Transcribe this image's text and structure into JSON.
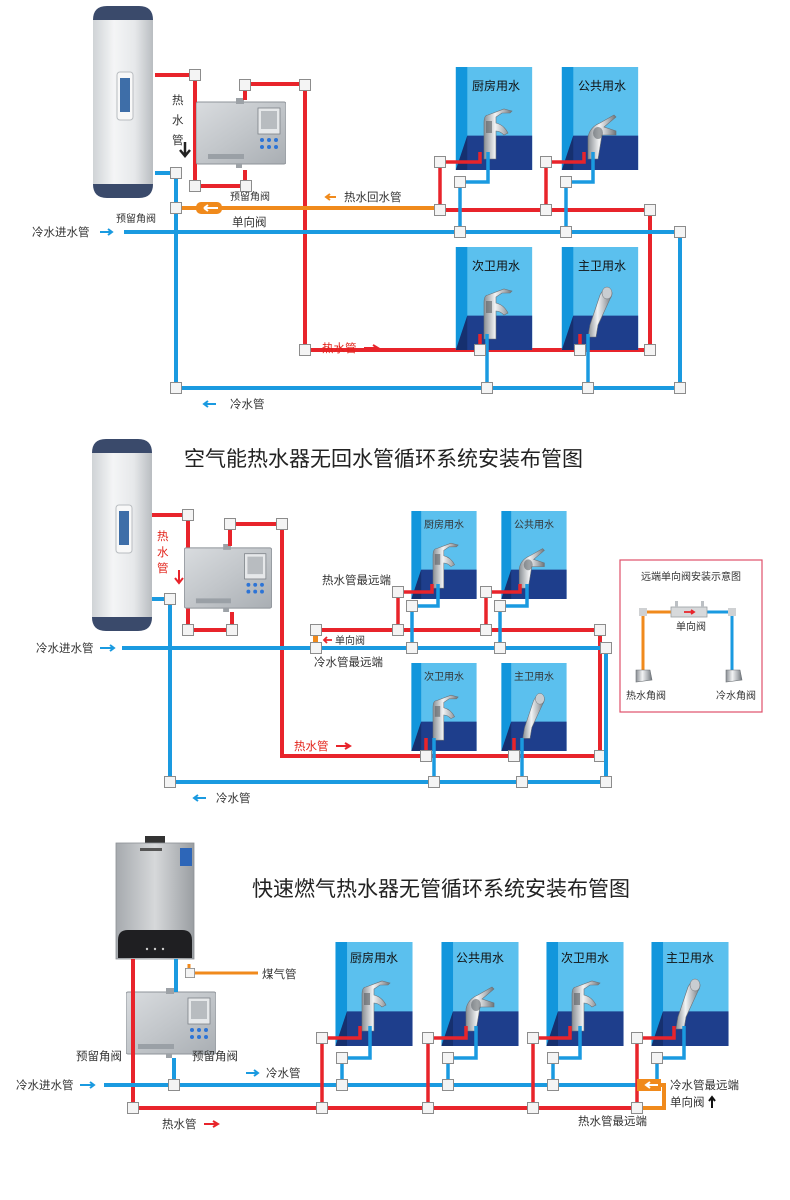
{
  "colors": {
    "hot": "#e8242b",
    "cold": "#1a9ae0",
    "return": "#f08a1c",
    "room_light": "#5bc0ee",
    "room_edge": "#1296dc",
    "room_floor": "#1e3e8c",
    "frame_border": "#e0506a"
  },
  "section1": {
    "title": "",
    "tank_label": "",
    "labels": {
      "hot_pipe_vertical": [
        "热",
        "水",
        "管"
      ],
      "reserved_valve_top": "预留角阀",
      "reserved_valve_left": "预留角阀",
      "check_valve": "单向阀",
      "hot_return_pipe": "热水回水管",
      "cold_inlet": "冷水进水管",
      "hot_pipe": "热水管",
      "cold_pipe": "冷水管"
    },
    "rooms": [
      {
        "name": "厨房用水",
        "fixture": "faucet"
      },
      {
        "name": "公共用水",
        "fixture": "faucet-low"
      },
      {
        "name": "次卫用水",
        "fixture": "faucet"
      },
      {
        "name": "主卫用水",
        "fixture": "shower"
      }
    ]
  },
  "section2": {
    "title": "空气能热水器无回水管循环系统安装布管图",
    "labels": {
      "hot_pipe_vertical": [
        "热",
        "水",
        "管"
      ],
      "hot_far_end": "热水管最远端",
      "check_valve": "单向阀",
      "cold_far_end": "冷水管最远端",
      "cold_inlet": "冷水进水管",
      "hot_pipe": "热水管",
      "cold_pipe": "冷水管"
    },
    "rooms": [
      {
        "name": "厨房用水",
        "fixture": "faucet"
      },
      {
        "name": "公共用水",
        "fixture": "faucet-low"
      },
      {
        "name": "次卫用水",
        "fixture": "faucet"
      },
      {
        "name": "主卫用水",
        "fixture": "shower"
      }
    ],
    "inset": {
      "title": "远端单向阀安装示意图",
      "valve": "单向阀",
      "hot_valve": "热水角阀",
      "cold_valve": "冷水角阀"
    }
  },
  "section3": {
    "title": "快速燃气热水器无管循环系统安装布管图",
    "labels": {
      "gas_pipe": "煤气管",
      "reserved_valve_left": "预留角阀",
      "reserved_valve_right": "预留角阀",
      "cold_pipe": "冷水管",
      "cold_inlet": "冷水进水管",
      "hot_pipe": "热水管",
      "cold_far_end": "冷水管最远端",
      "check_valve": "单向阀",
      "hot_far_end": "热水管最远端"
    },
    "rooms": [
      {
        "name": "厨房用水",
        "fixture": "faucet"
      },
      {
        "name": "公共用水",
        "fixture": "faucet-low"
      },
      {
        "name": "次卫用水",
        "fixture": "faucet"
      },
      {
        "name": "主卫用水",
        "fixture": "shower"
      }
    ]
  }
}
